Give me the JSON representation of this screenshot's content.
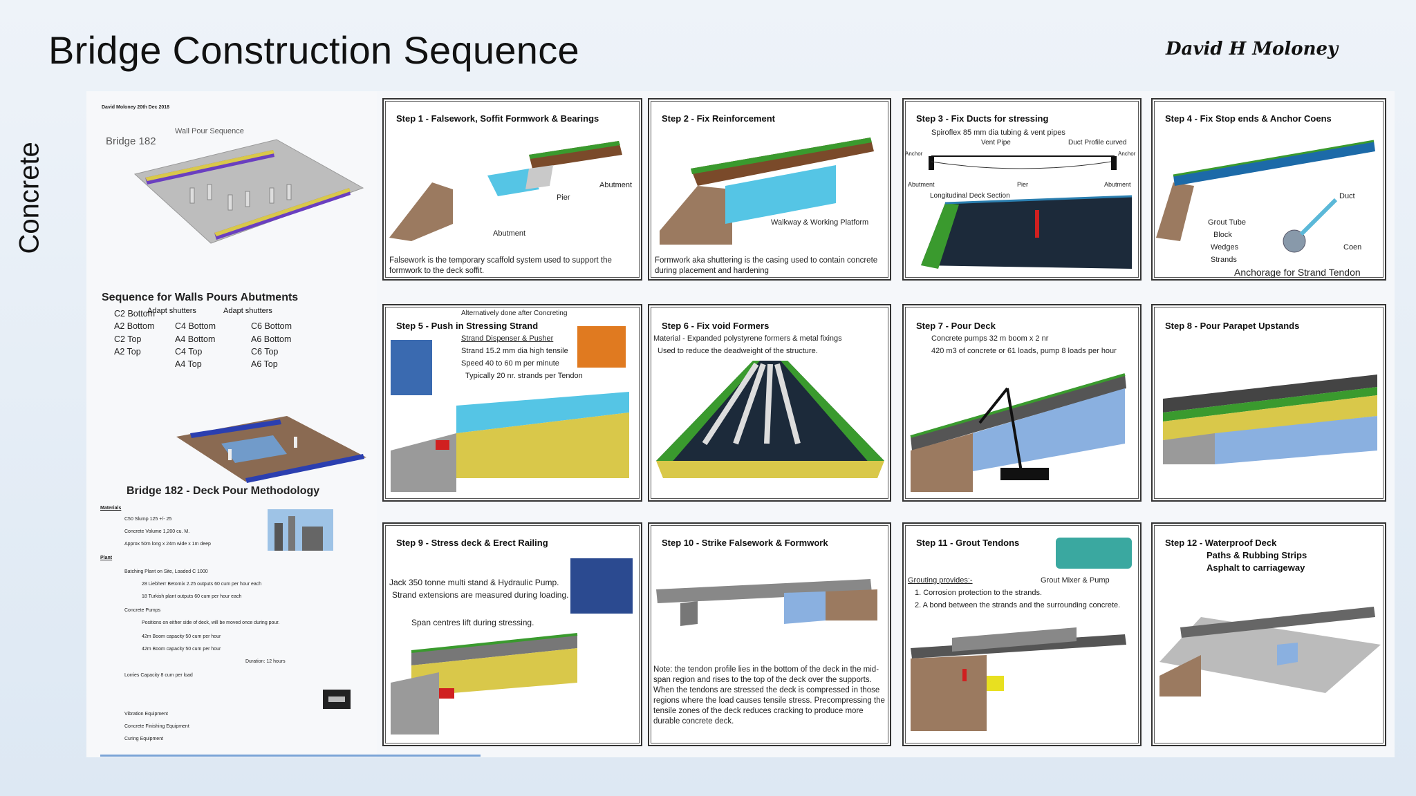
{
  "header": {
    "title": "Bridge Construction Sequence",
    "author": "David H Moloney",
    "side_label": "Concrete"
  },
  "left": {
    "tiny_header": "David Moloney  20th Dec 2018",
    "bridge_label": "Bridge 182",
    "wall_pour_title": "Wall Pour Sequence",
    "walls_title": "Sequence for Walls Pours  Abutments",
    "col1": [
      "C2 Bottom",
      "A2 Bottom",
      "C2 Top",
      "A2 Top"
    ],
    "col2_head": "Adapt shutters",
    "col2": [
      "C4 Bottom",
      "A4 Bottom",
      "C4 Top",
      "A4 Top"
    ],
    "col3_head": "Adapt shutters",
    "col3": [
      "C6 Bottom",
      "A6 Bottom",
      "C6 Top",
      "A6 Top"
    ],
    "deck_title": "Bridge 182 - Deck Pour Methodology",
    "materials_head": "Materials",
    "materials": [
      "C50 Slump 125 +/- 25",
      "Concrete Volume 1,200 cu. M.",
      "Approx 50m long x 24m wide x 1m deep"
    ],
    "plant_head": "Plant",
    "plant_rows": [
      "Batching Plant on Site, Loaded C 1000",
      "28 Liebherr Betomix 2.25 outputs 60 cum per hour each",
      "18 Turkish plant outputs 60 cum per hour each",
      "Concrete Pumps",
      "Positions on either side of deck, will be moved once during pour.",
      "42m Boom capacity 50 cum per hour",
      "42m Boom capacity 50 cum per hour",
      "Duration: 12 hours",
      "Lorries  Capacity 8 cum per load",
      "Vibration Equipment",
      "Concrete Finishing Equipment",
      "Curing Equipment"
    ]
  },
  "steps": [
    {
      "title": "Step 1 -  Falsework, Soffit Formwork & Bearings",
      "labels": [
        "Abutment",
        "Pier",
        "Abutment"
      ],
      "text": "Falsework is the temporary scaffold system used to support the formwork to the deck soffit."
    },
    {
      "title": "Step 2 -  Fix Reinforcement",
      "labels": [
        "Walkway & Working Platform"
      ],
      "text": "Formwork aka shuttering is the casing used to contain concrete during placement and hardening"
    },
    {
      "title": "Step 3 -  Fix Ducts for stressing",
      "labels": [
        "Spiroflex 85 mm dia tubing & vent pipes",
        "Vent Pipe",
        "Duct Profile curved",
        "Anchor",
        "Anchor",
        "Abutment",
        "Pier",
        "Abutment",
        "Longitudinal Deck Section"
      ],
      "text": ""
    },
    {
      "title": "Step 4 -  Fix Stop ends &  Anchor Coens",
      "labels": [
        "Duct",
        "Grout Tube",
        "Block",
        "Wedges",
        "Strands",
        "Coen",
        "Anchorage for Strand Tendon"
      ],
      "text": ""
    },
    {
      "title": "Step 5 -  Push in Stressing Strand",
      "labels": [
        "Alternatively  done after Concreting",
        "Strand Dispenser & Pusher",
        "Strand 15.2 mm dia high tensile",
        "Speed 40 to 60 m per minute",
        "Typically 20 nr. strands per Tendon"
      ],
      "text": ""
    },
    {
      "title": "Step 6 -  Fix void Formers",
      "labels": [
        "Material - Expanded polystyrene formers & metal fixings",
        "Used to reduce the deadweight of the structure."
      ],
      "text": ""
    },
    {
      "title": "Step 7 -  Pour Deck",
      "labels": [
        "Concrete pumps 32 m boom x 2 nr",
        "420 m3 of concrete or 61 loads,  pump 8 loads per hour"
      ],
      "text": ""
    },
    {
      "title": "Step 8 -  Pour Parapet Upstands",
      "labels": [],
      "text": ""
    },
    {
      "title": "Step 9 -  Stress deck & Erect Railing",
      "labels": [
        "Jack 350 tonne multi stand & Hydraulic Pump.",
        "Strand extensions are measured during loading.",
        "Span centres lift during stressing."
      ],
      "text": ""
    },
    {
      "title": "Step 10 -  Strike Falsework & Formwork",
      "labels": [],
      "text": "Note: the tendon profile lies in the bottom of the deck in the mid-span region and rises to the top of the deck over the supports. When the tendons are stressed the deck is compressed in those regions where the load causes tensile stress. Precompressing the tensile zones of the deck reduces cracking to produce more durable concrete deck."
    },
    {
      "title": "Step 11 -  Grout Tendons",
      "labels": [
        "Grouting provides:-",
        "Grout Mixer & Pump",
        "1. Corrosion protection to the strands.",
        "2. A bond between the strands and the surrounding concrete."
      ],
      "text": ""
    },
    {
      "title": "Step 12 -  Waterproof Deck",
      "labels": [
        "Paths & Rubbing Strips",
        "Asphalt to carriageway"
      ],
      "text": ""
    }
  ],
  "colors": {
    "deck_green": "#3a9a2e",
    "deck_yellow": "#d9c84a",
    "rebar_blue": "#2b7fb0",
    "earth": "#8a6a52",
    "water_blue": "#7fd3e8"
  }
}
